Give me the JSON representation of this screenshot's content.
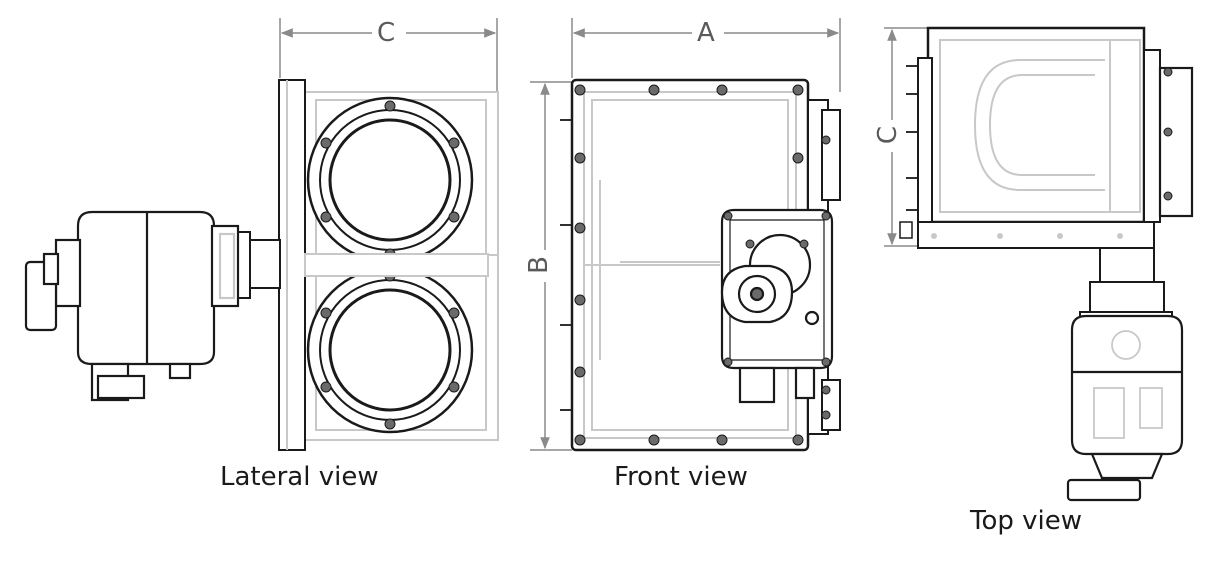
{
  "views": {
    "lateral": {
      "caption": "Lateral view",
      "dimension": "C"
    },
    "front": {
      "caption": "Front view",
      "dimension_width": "A",
      "dimension_height": "B"
    },
    "top": {
      "caption": "Top view",
      "dimension": "C"
    }
  },
  "colors": {
    "outline": "#1a1a1a",
    "ghost_lines": "#c8c8c8",
    "dimension_lines": "#8a8a8a",
    "body_fill": "#ffffff",
    "bolt_fill": "#6a6a6a"
  },
  "icons": {
    "bolt": "bolt-icon",
    "handwheel": "handwheel-icon",
    "connector": "connector-icon"
  }
}
